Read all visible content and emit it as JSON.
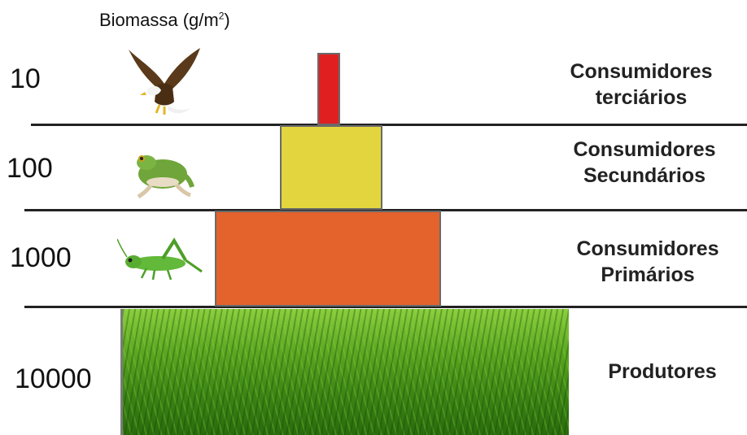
{
  "title": {
    "text": "Biomassa (g/m",
    "sup": "2",
    "close": ")"
  },
  "levels": [
    {
      "value": "10",
      "label_line1": "Consumidores",
      "label_line2": "terciários",
      "color": "#e02020"
    },
    {
      "value": "100",
      "label_line1": "Consumidores",
      "label_line2": "Secundários",
      "color": "#e3d53e"
    },
    {
      "value": "1000",
      "label_line1": "Consumidores",
      "label_line2": "Primários",
      "color": "#e4622c"
    },
    {
      "value": "10000",
      "label_line1": "Produtores",
      "label_line2": "",
      "color": "#4e9e1c"
    }
  ],
  "icons": {
    "level_0": "eagle-icon",
    "level_1": "frog-icon",
    "level_2": "grasshopper-icon",
    "level_3": "grass-field-icon"
  }
}
